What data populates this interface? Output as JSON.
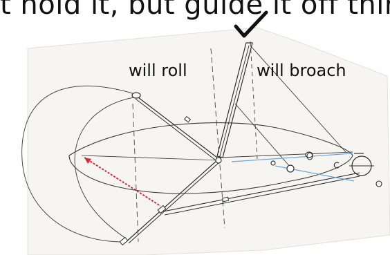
{
  "header": {
    "caption": "t hold it, but guide it off thire."
  },
  "labels": {
    "will_roll": "will roll",
    "will_broach": "will broach"
  },
  "marks": {
    "check_icon": "check-mark-icon"
  },
  "colors": {
    "paper": "#f6f5f1",
    "pencil": "#3a3a3a",
    "red_line": "#d8283a",
    "blue_line": "#6aa6d8",
    "ink": "#111111"
  }
}
